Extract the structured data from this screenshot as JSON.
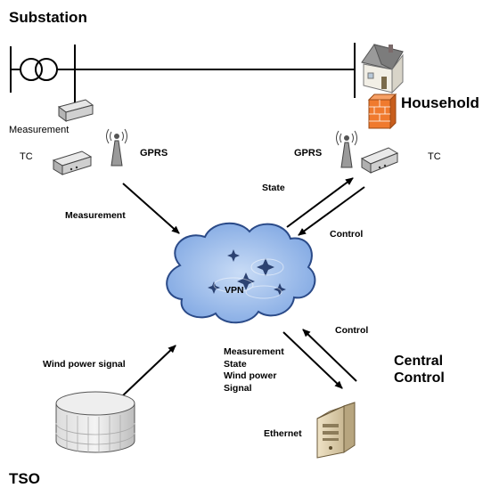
{
  "labels": {
    "substation": "Substation",
    "household": "Household",
    "measurement_device": "Measurement",
    "tc_left": "TC",
    "tc_right": "TC",
    "gprs_left": "GPRS",
    "gprs_right": "GPRS",
    "state": "State",
    "measurement_flow": "Measurement",
    "control_top": "Control",
    "vpn": "VPN",
    "control_bottom": "Control",
    "wind_power_signal": "Wind power signal",
    "central_flow_lines": [
      "Measurement",
      "State",
      "Wind power",
      "Signal"
    ],
    "central_control_lines": [
      "Central",
      "Control"
    ],
    "ethernet": "Ethernet",
    "tso": "TSO"
  },
  "colors": {
    "cloud": "#8fb4ea",
    "cloud_edge": "#2a4a88",
    "firewall": "#f07a2e",
    "house_wall": "#f2efe6",
    "house_roof": "#8a8a8a"
  },
  "icons": [
    "transformer-icon",
    "house-icon",
    "firewall-icon",
    "router-icon",
    "antenna-icon",
    "cloud-icon",
    "server-icon",
    "database-icon"
  ]
}
